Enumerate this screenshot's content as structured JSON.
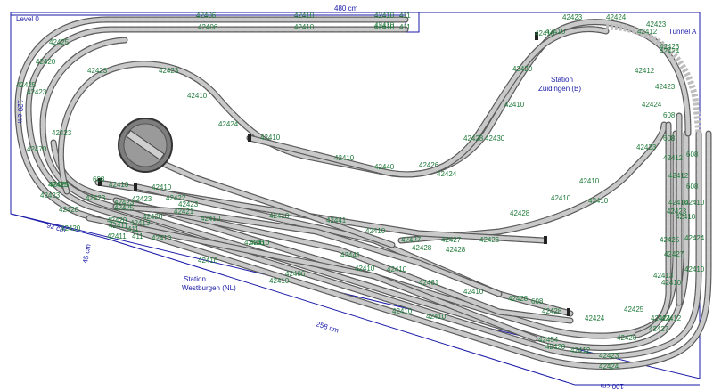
{
  "layout": {
    "level": "Level 0",
    "tunnel": "Tunnel A",
    "stations": [
      {
        "line1": "Station",
        "line2": "Zuidingen (B)"
      },
      {
        "line1": "Station",
        "line2": "Westburgen (NL)"
      }
    ],
    "dimensions": {
      "top": "480 cm",
      "left": "120 cm",
      "diagonal": "258 cm",
      "lower_left": "92 cm",
      "offset": "45 cm",
      "bottom_right": "100 cm"
    }
  },
  "colors": {
    "track_edge": "#5a5a5a",
    "track_fill": "#c9c9c9",
    "part_code": "#1f7a3a",
    "annotation": "#1a1aa8"
  },
  "part_codes": [
    "42406",
    "42410",
    "42410",
    "42410",
    "411",
    "42406",
    "42410",
    "42410",
    "411",
    "42425",
    "42420",
    "42423",
    "42425",
    "42423",
    "42470",
    "42425",
    "42423",
    "42423",
    "42410",
    "42424",
    "42410",
    "42410",
    "42440",
    "42426",
    "42424",
    "42428",
    "42430",
    "42410",
    "42420",
    "42410",
    "42410",
    "42423",
    "42424",
    "42423",
    "42412",
    "42424",
    "42423",
    "42412",
    "42423",
    "608",
    "42423",
    "42410",
    "42423",
    "42423",
    "42423",
    "42422",
    "42421",
    "42423",
    "42425",
    "42420",
    "42411",
    "42425",
    "42420",
    "42420",
    "42420",
    "411",
    "42410",
    "42413",
    "411",
    "42411",
    "42410",
    "42410",
    "42416",
    "42406",
    "42410",
    "42410",
    "42406",
    "42410",
    "42441",
    "42410",
    "42427",
    "42427",
    "42426",
    "42428",
    "42428",
    "42428",
    "42441",
    "42410",
    "42410",
    "42461",
    "42410",
    "42410",
    "42410",
    "42454",
    "42412",
    "42423",
    "42424",
    "42428",
    "608",
    "42428",
    "42424",
    "42425",
    "42426",
    "42427",
    "42424",
    "42412",
    "42413",
    "42410",
    "42412",
    "42412",
    "42410",
    "42410",
    "42410",
    "42410",
    "42423",
    "42423",
    "42425",
    "42427",
    "608",
    "608",
    "608",
    "608",
    "42410",
    "42410",
    "42424",
    "42410",
    "42424",
    "42420"
  ]
}
